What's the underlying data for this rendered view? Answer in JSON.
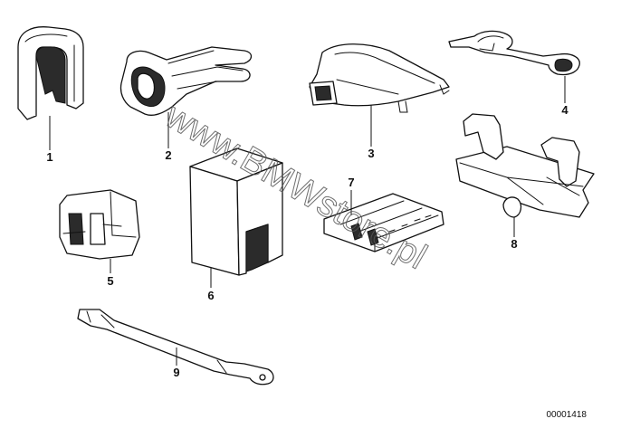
{
  "diagram": {
    "parts": [
      {
        "number": "1",
        "icon": "end-cap-icon"
      },
      {
        "number": "2",
        "icon": "connector-sleeve-icon"
      },
      {
        "number": "3",
        "icon": "connector-cover-icon"
      },
      {
        "number": "4",
        "icon": "cable-holder-clip-icon"
      },
      {
        "number": "5",
        "icon": "plug-housing-icon"
      },
      {
        "number": "6",
        "icon": "insulating-cap-icon"
      },
      {
        "number": "7",
        "icon": "double-contact-block-icon"
      },
      {
        "number": "8",
        "icon": "bracket-holder-icon"
      },
      {
        "number": "9",
        "icon": "ground-strap-icon"
      }
    ],
    "watermark": "www.BMWstore.pl",
    "document_number": "00001418"
  }
}
